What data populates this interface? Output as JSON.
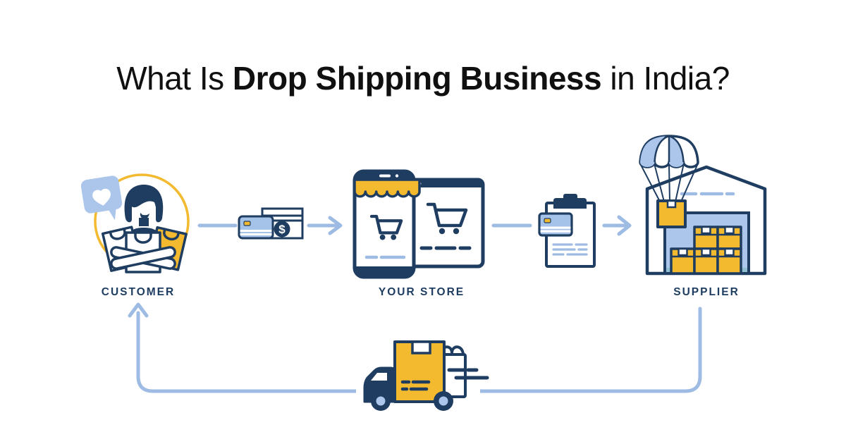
{
  "title": {
    "prefix": "What Is ",
    "emphasis": "Drop Shipping Business",
    "suffix": " in India?"
  },
  "flow": {
    "nodes": [
      {
        "id": "customer",
        "label": "CUSTOMER",
        "icon": "customer-with-shopping-bags-icon"
      },
      {
        "id": "your-store",
        "label": "YOUR STORE",
        "icon": "storefront-phone-and-browser-icon"
      },
      {
        "id": "supplier",
        "label": "SUPPLIER",
        "icon": "warehouse-with-parachute-delivery-icon"
      }
    ],
    "connectors": [
      {
        "from": "customer",
        "to": "your-store",
        "via_icon": "credit-card-and-cash-payment-icon",
        "direction": "right"
      },
      {
        "from": "your-store",
        "to": "supplier",
        "via_icon": "order-clipboard-with-card-icon",
        "direction": "right"
      },
      {
        "from": "supplier",
        "to": "customer",
        "via_icon": "delivery-truck-with-parcel-icon",
        "direction": "return-loop"
      }
    ]
  },
  "payment": {
    "currency_symbol": "$"
  },
  "colors": {
    "navy": "#1E3D61",
    "yellow": "#F3BA2F",
    "line_blue": "#9DBBE3",
    "fill_blue": "#ABC6EA",
    "card_blue": "#A5C3E8",
    "background": "#FFFFFF",
    "title_text": "#101010"
  }
}
